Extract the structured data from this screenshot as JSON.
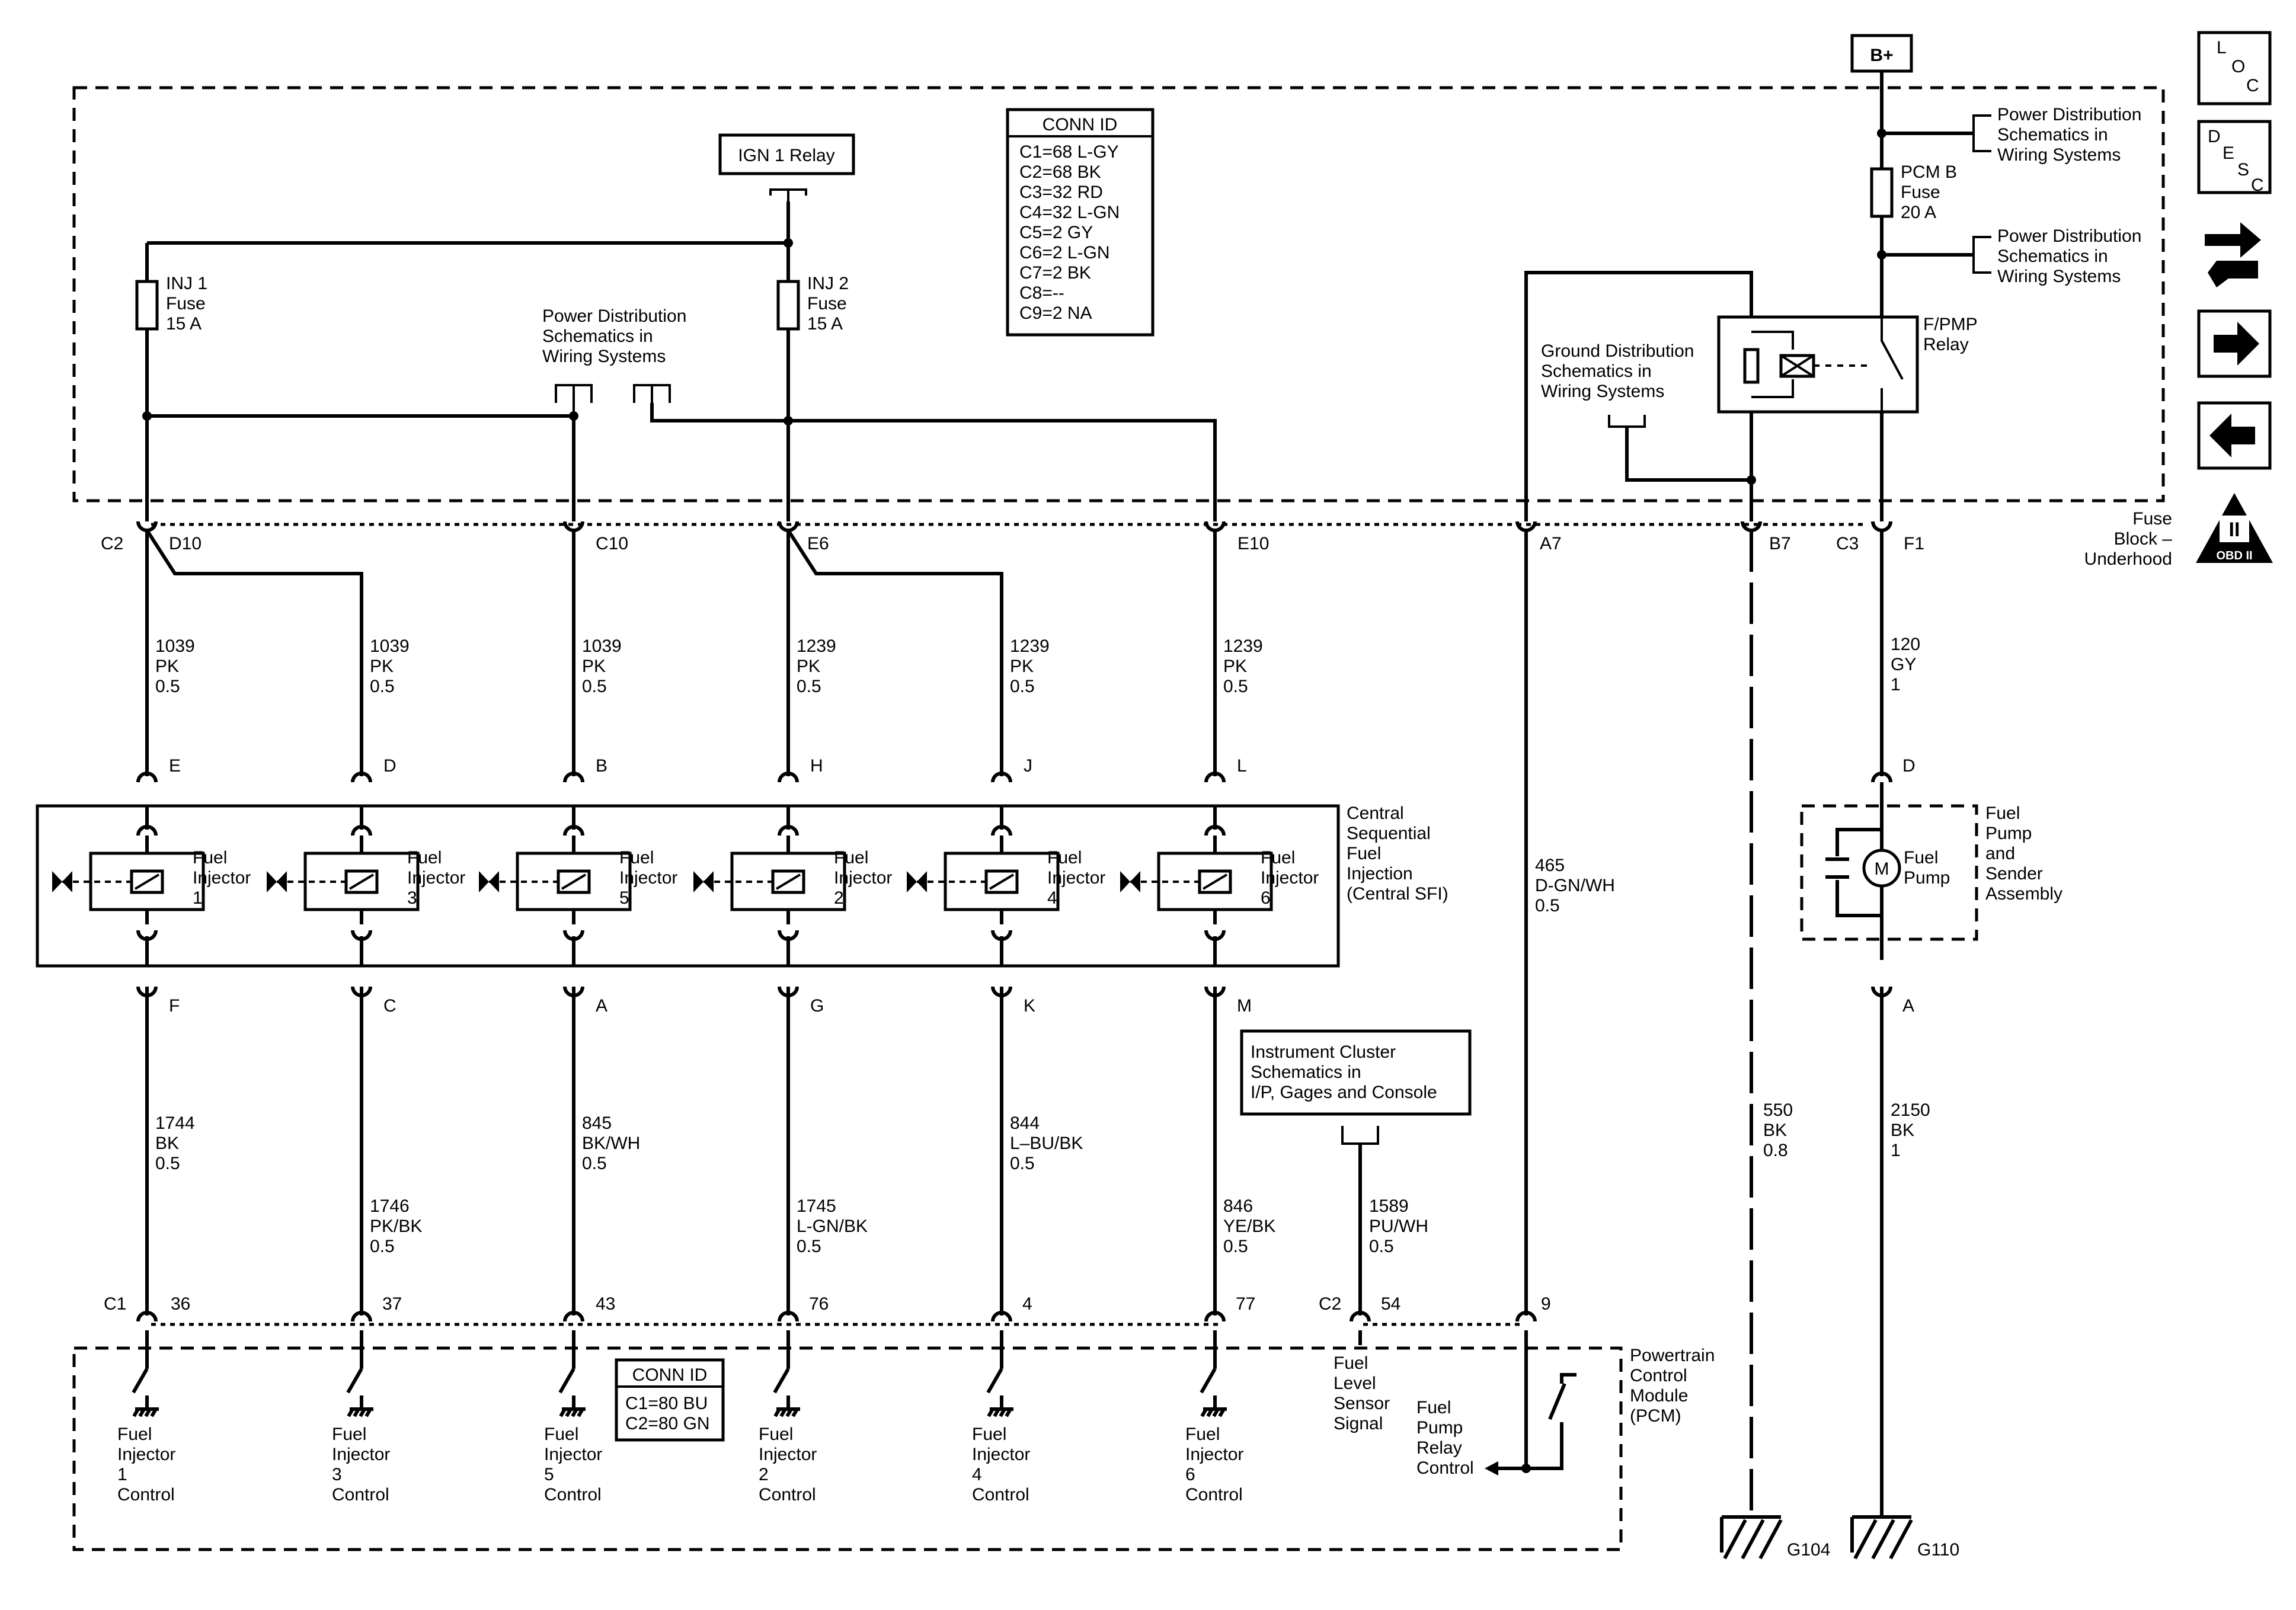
{
  "top": {
    "b_plus": "B+",
    "ign1_relay": "IGN 1 Relay",
    "inj1_fuse": [
      "INJ 1",
      "Fuse",
      "15 A"
    ],
    "inj2_fuse": [
      "INJ 2",
      "Fuse",
      "15 A"
    ],
    "pcmb_fuse": [
      "PCM B",
      "Fuse",
      "20 A"
    ],
    "power_dist_center": [
      "Power Distribution",
      "Schematics in",
      "Wiring Systems"
    ],
    "power_dist_right1": [
      "Power Distribution",
      "Schematics in",
      "Wiring Systems"
    ],
    "power_dist_right2": [
      "Power Distribution",
      "Schematics in",
      "Wiring Systems"
    ],
    "ground_dist": [
      "Ground Distribution",
      "Schematics in",
      "Wiring Systems"
    ],
    "fpmp_relay": [
      "F/PMP",
      "Relay"
    ],
    "fuse_block": [
      "Fuse",
      "Block –",
      "Underhood"
    ],
    "conn_id_title": "CONN ID",
    "conn_id_rows": [
      "C1=68 L-GY",
      "C2=68 BK",
      "C3=32 RD",
      "C4=32 L-GN",
      "C5=2 GY",
      "C6=2 L-GN",
      "C7=2 BK",
      "C8=--",
      "C9=2 NA"
    ]
  },
  "fuse_block_pins": [
    {
      "conn": "C2",
      "pin": "D10"
    },
    {
      "pin": "C10"
    },
    {
      "pin": "E6"
    },
    {
      "pin": "E10"
    },
    {
      "pin": "A7"
    },
    {
      "pin": "B7"
    },
    {
      "conn": "C3",
      "pin": "F1"
    }
  ],
  "upper_wires": [
    [
      "1039",
      "PK",
      "0.5"
    ],
    [
      "1039",
      "PK",
      "0.5"
    ],
    [
      "1039",
      "PK",
      "0.5"
    ],
    [
      "1239",
      "PK",
      "0.5"
    ],
    [
      "1239",
      "PK",
      "0.5"
    ],
    [
      "1239",
      "PK",
      "0.5"
    ]
  ],
  "injectors": {
    "top_pins": [
      "E",
      "D",
      "B",
      "H",
      "J",
      "L"
    ],
    "bottom_pins": [
      "F",
      "C",
      "A",
      "G",
      "K",
      "M"
    ],
    "labels": [
      [
        "Fuel",
        "Injector",
        "1"
      ],
      [
        "Fuel",
        "Injector",
        "3"
      ],
      [
        "Fuel",
        "Injector",
        "5"
      ],
      [
        "Fuel",
        "Injector",
        "2"
      ],
      [
        "Fuel",
        "Injector",
        "4"
      ],
      [
        "Fuel",
        "Injector",
        "6"
      ]
    ],
    "assembly": [
      "Central",
      "Sequential",
      "Fuel",
      "Injection",
      "(Central SFI)"
    ]
  },
  "lower_wires": [
    [
      "1744",
      "BK",
      "0.5"
    ],
    [
      "1746",
      "PK/BK",
      "0.5"
    ],
    [
      "845",
      "BK/WH",
      "0.5"
    ],
    [
      "1745",
      "L-GN/BK",
      "0.5"
    ],
    [
      "844",
      "L–BU/BK",
      "0.5"
    ],
    [
      "846",
      "YE/BK",
      "0.5"
    ]
  ],
  "a7_wire": [
    "465",
    "D-GN/WH",
    "0.5"
  ],
  "b7_wire": [
    "550",
    "BK",
    "0.8"
  ],
  "f1_wire": [
    "120",
    "GY",
    "1"
  ],
  "pump_wire": [
    "2150",
    "BK",
    "1"
  ],
  "pump_pins": {
    "top": "D",
    "bottom": "A"
  },
  "pump": {
    "motor": "M",
    "label": [
      "Fuel",
      "Pump"
    ],
    "assembly": [
      "Fuel",
      "Pump",
      "and",
      "Sender",
      "Assembly"
    ]
  },
  "instrument_cluster": [
    "Instrument Cluster",
    "Schematics in",
    "I/P, Gages and Console"
  ],
  "ic_wire": [
    "1589",
    "PU/WH",
    "0.5"
  ],
  "pcm": {
    "c1": "C1",
    "c2": "C2",
    "c1_pins": [
      "36",
      "37",
      "43",
      "76",
      "4",
      "77"
    ],
    "c2_pins": [
      "54",
      "9"
    ],
    "title": [
      "Powertrain",
      "Control",
      "Module",
      "(PCM)"
    ],
    "conn_id_title": "CONN ID",
    "conn_id_rows": [
      "C1=80 BU",
      "C2=80 GN"
    ],
    "controls": [
      [
        "Fuel",
        "Injector",
        "1",
        "Control"
      ],
      [
        "Fuel",
        "Injector",
        "3",
        "Control"
      ],
      [
        "Fuel",
        "Injector",
        "5",
        "Control"
      ],
      [
        "Fuel",
        "Injector",
        "2",
        "Control"
      ],
      [
        "Fuel",
        "Injector",
        "4",
        "Control"
      ],
      [
        "Fuel",
        "Injector",
        "6",
        "Control"
      ]
    ],
    "fuel_level": [
      "Fuel",
      "Level",
      "Sensor",
      "Signal"
    ],
    "fuel_pump_relay_control": [
      "Fuel",
      "Pump",
      "Relay",
      "Control"
    ]
  },
  "grounds": [
    "G104",
    "G110"
  ],
  "side_icons": {
    "loc": [
      "L",
      "O",
      "C"
    ],
    "desc": [
      "D",
      "E",
      "S",
      "C"
    ],
    "obd": [
      "II",
      "OBD II"
    ]
  }
}
